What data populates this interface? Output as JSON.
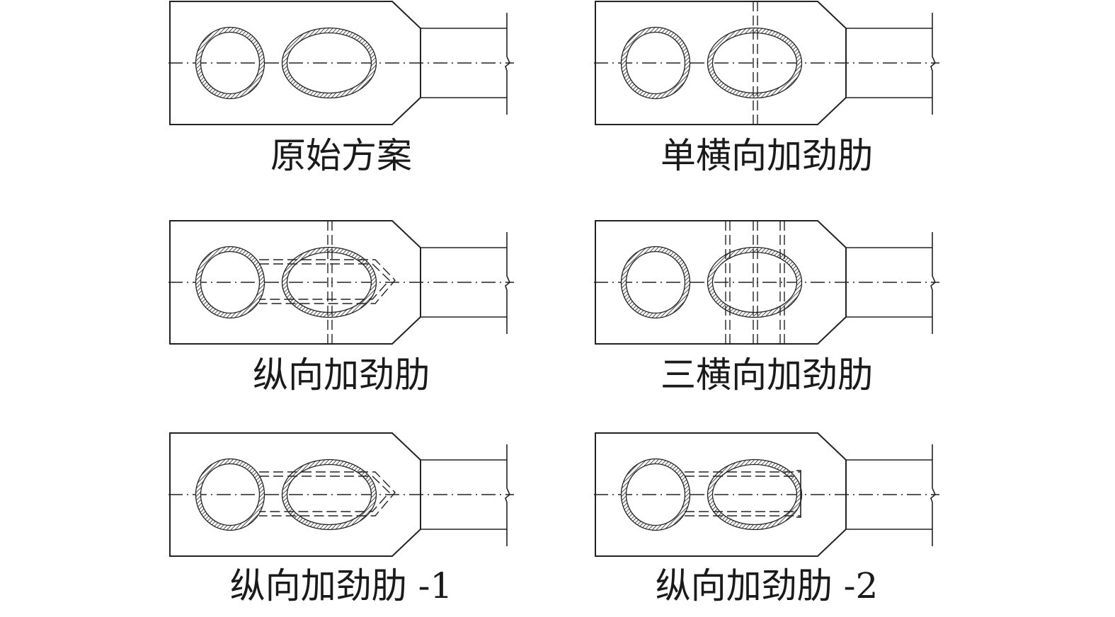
{
  "figure": {
    "panels": [
      {
        "id": "original",
        "caption": "原始方案",
        "variant": "original"
      },
      {
        "id": "single-transverse",
        "caption": "单横向加劲肋",
        "variant": "single"
      },
      {
        "id": "longitudinal",
        "caption": "纵向加劲肋",
        "variant": "longitudinal"
      },
      {
        "id": "triple-transverse",
        "caption": "三横向加劲肋",
        "variant": "triple"
      },
      {
        "id": "longitudinal-1",
        "caption": "纵向加劲肋 -1",
        "variant": "longitudinal1"
      },
      {
        "id": "longitudinal-2",
        "caption": "纵向加劲肋 -2",
        "variant": "longitudinal2"
      }
    ],
    "colors": {
      "line": "#222222",
      "background": "#ffffff"
    }
  }
}
